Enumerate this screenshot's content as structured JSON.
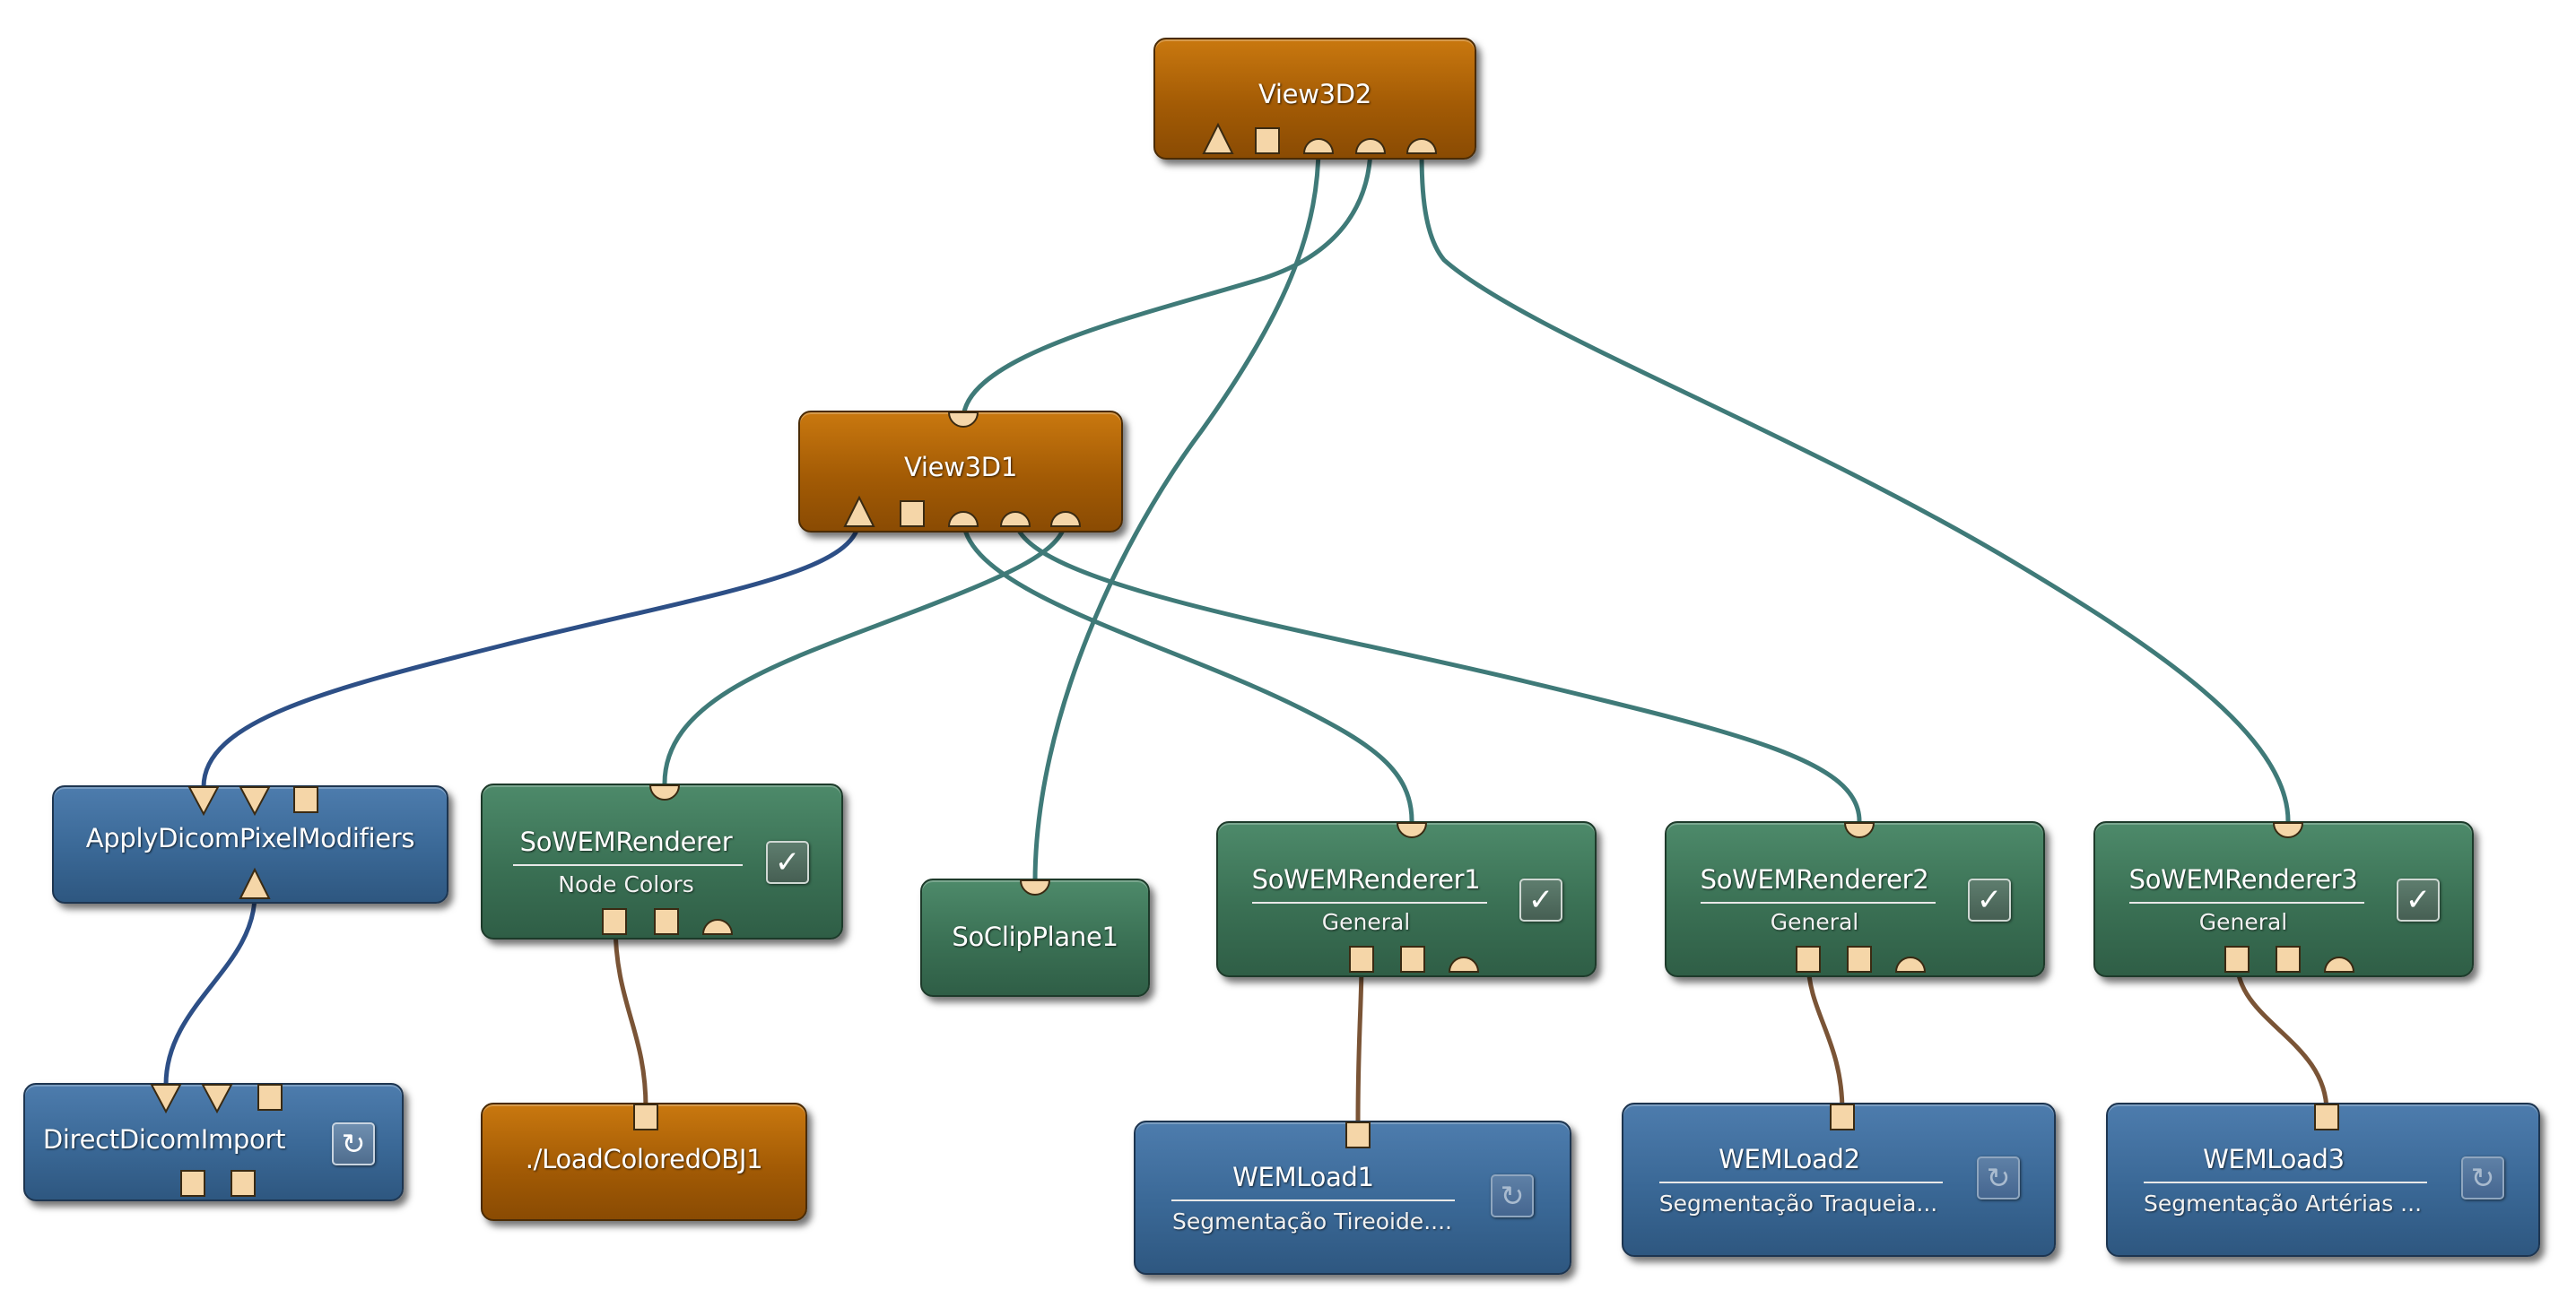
{
  "modules": {
    "view3d2": {
      "title": "View3D2"
    },
    "view3d1": {
      "title": "View3D1"
    },
    "apply_dicom": {
      "title": "ApplyDicomPixelModifiers"
    },
    "direct_dicom": {
      "title": "DirectDicomImport"
    },
    "sowem": {
      "title": "SoWEMRenderer",
      "subtitle": "Node Colors"
    },
    "load_obj": {
      "title": "./LoadColoredOBJ1"
    },
    "clipplane": {
      "title": "SoClipPlane1"
    },
    "sowem1": {
      "title": "SoWEMRenderer1",
      "subtitle": "General"
    },
    "sowem2": {
      "title": "SoWEMRenderer2",
      "subtitle": "General"
    },
    "sowem3": {
      "title": "SoWEMRenderer3",
      "subtitle": "General"
    },
    "wemload1": {
      "title": "WEMLoad1",
      "subtitle": "Segmentação Tireoide...."
    },
    "wemload2": {
      "title": "WEMLoad2",
      "subtitle": "Segmentação Traqueia..."
    },
    "wemload3": {
      "title": "WEMLoad3",
      "subtitle": "Segmentação Artérias ..."
    }
  },
  "icons": {
    "checkbox": "checkmark-icon",
    "reload": "reload-icon"
  },
  "colors": {
    "orange_module": "#a35b05",
    "green_module": "#3a7054",
    "blue_module": "#3a6896",
    "scene_wire": "#3f7a78",
    "image_wire": "#2d4f86",
    "wem_wire": "#7a5436",
    "connector": "#f5d6a8"
  }
}
